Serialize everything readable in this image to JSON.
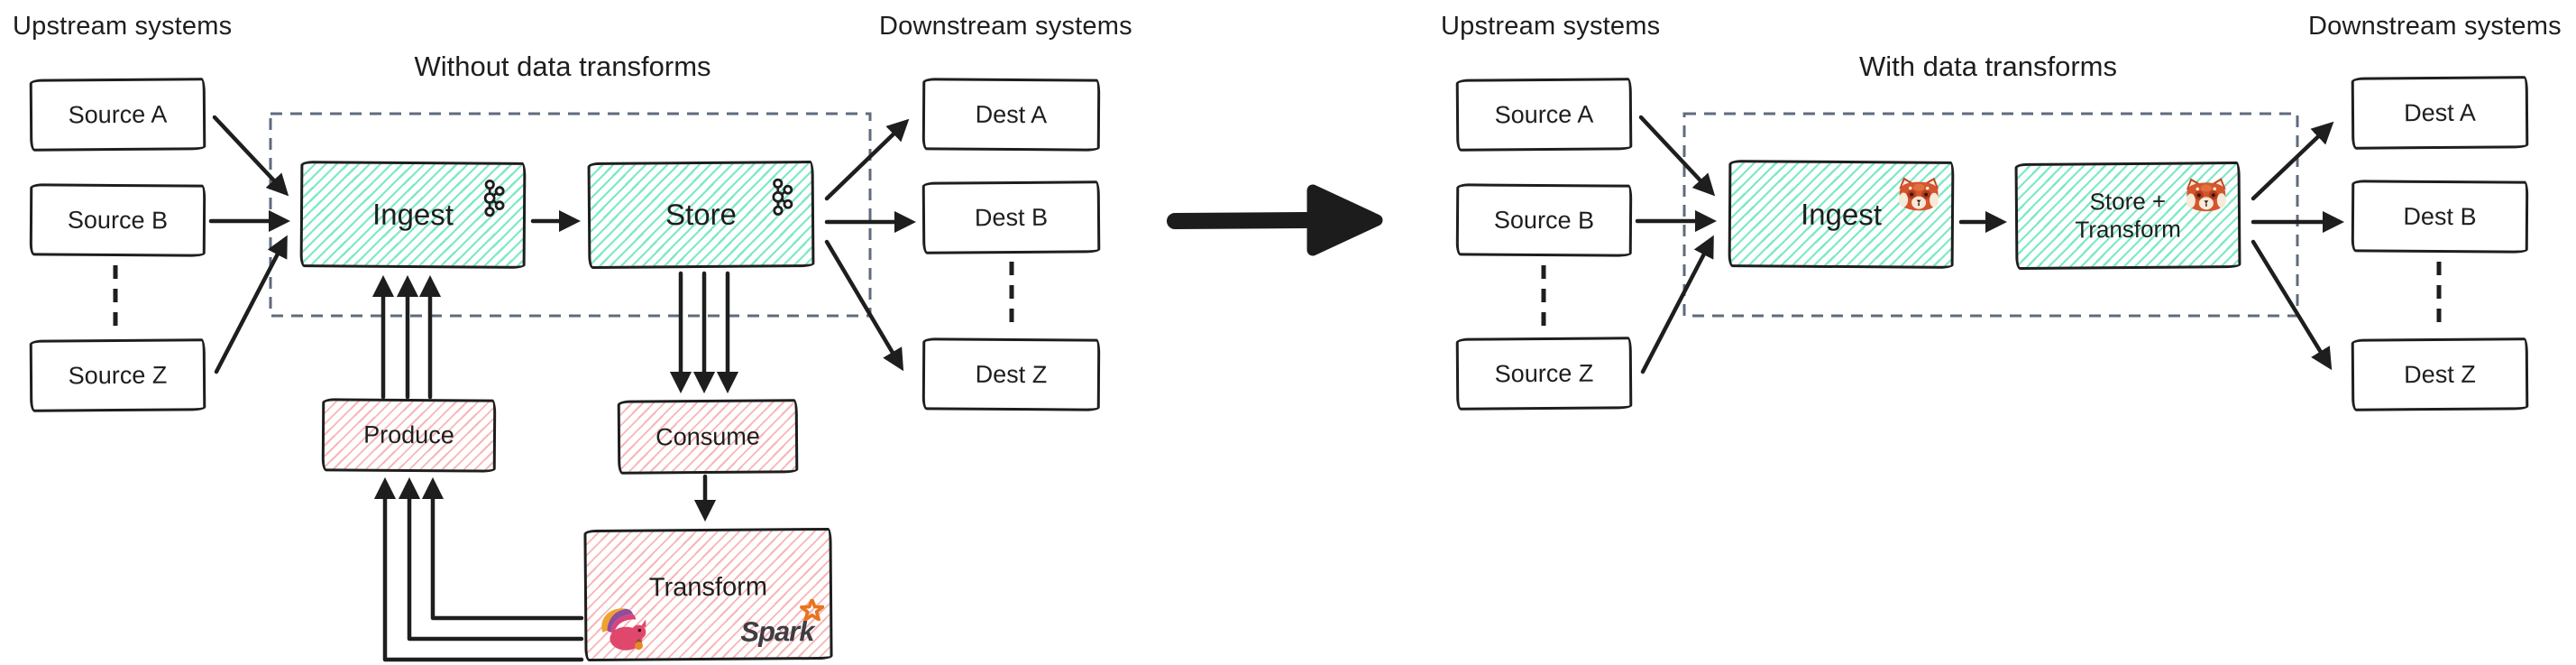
{
  "diagram_left": {
    "title": "Without data transforms",
    "upstream_label": "Upstream systems",
    "downstream_label": "Downstream systems",
    "sources": [
      "Source A",
      "Source B",
      "Source Z"
    ],
    "destinations": [
      "Dest A",
      "Dest B",
      "Dest Z"
    ],
    "pipeline": {
      "ingest": "Ingest",
      "store": "Store"
    },
    "workers": {
      "produce": "Produce",
      "consume": "Consume",
      "transform": "Transform"
    },
    "spark_wordmark": "Spark",
    "icon_names": {
      "ingest": "kafka-icon",
      "store": "kafka-icon",
      "transform": [
        "flink-icon",
        "spark-logo"
      ]
    }
  },
  "diagram_right": {
    "title": "With data transforms",
    "upstream_label": "Upstream systems",
    "downstream_label": "Downstream systems",
    "sources": [
      "Source A",
      "Source B",
      "Source Z"
    ],
    "destinations": [
      "Dest A",
      "Dest B",
      "Dest Z"
    ],
    "pipeline": {
      "ingest": "Ingest",
      "store_transform_line1": "Store +",
      "store_transform_line2": "Transform"
    },
    "icon_names": {
      "ingest": "redpanda-icon",
      "store_transform": "redpanda-icon"
    }
  },
  "colors": {
    "ink": "#1e1e1e",
    "teal_hatch": "#6ee7bf",
    "pink_hatch": "#f6a9a9",
    "dashed_boundary": "#5f6b7d",
    "spark_orange": "#e8741f",
    "spark_text": "#3f3d42",
    "flink_body": "#e0476c",
    "flink_tail_orange": "#f0a12e",
    "flink_tail_purple": "#8d4e9e",
    "redpanda_fur": "#d4562c"
  }
}
